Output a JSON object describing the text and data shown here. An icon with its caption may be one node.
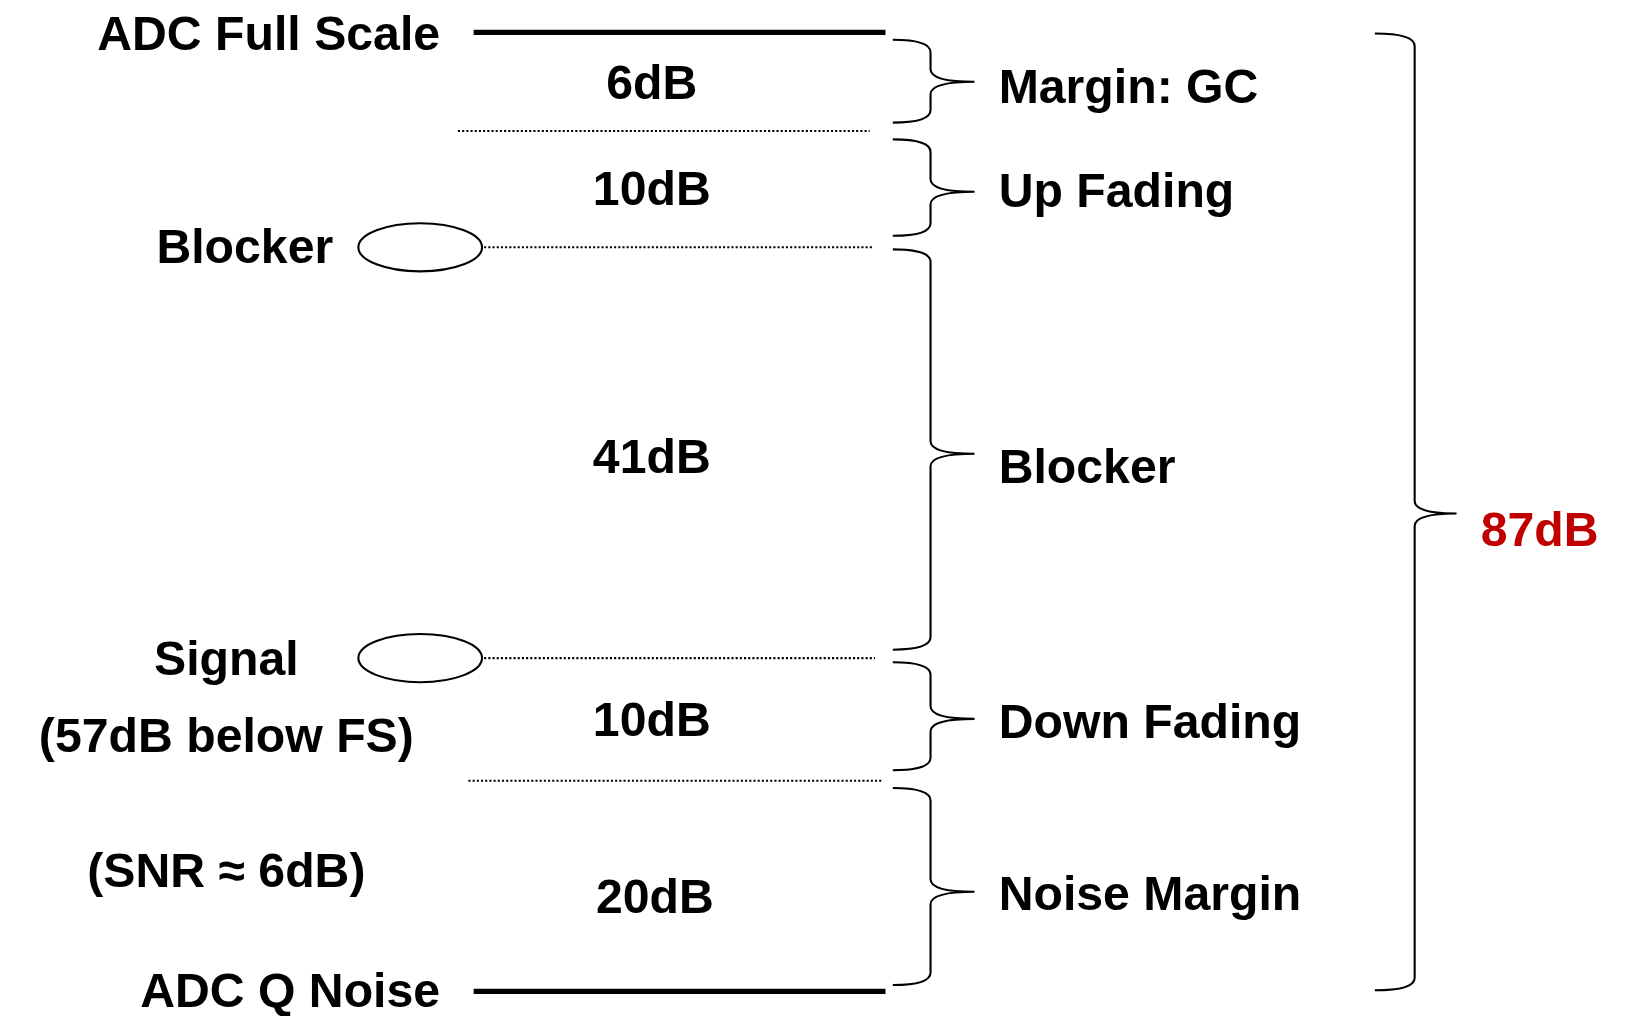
{
  "diagram": {
    "nodes": [
      {
        "text": [],
        "shape": "ellipse"
      },
      {
        "text": [],
        "shape": "ellipse"
      }
    ],
    "labels": [
      "ADC Full Scale",
      "6dB",
      "Margin: GC",
      "10dB",
      "Up Fading",
      "Blocker",
      "41dB",
      "Blocker",
      "87dB",
      "Signal",
      "(57dB below FS)",
      "10dB",
      "Down Fading",
      "(SNR ≈ 6dB)",
      "20dB",
      "Noise Margin",
      "ADC Q Noise"
    ]
  }
}
